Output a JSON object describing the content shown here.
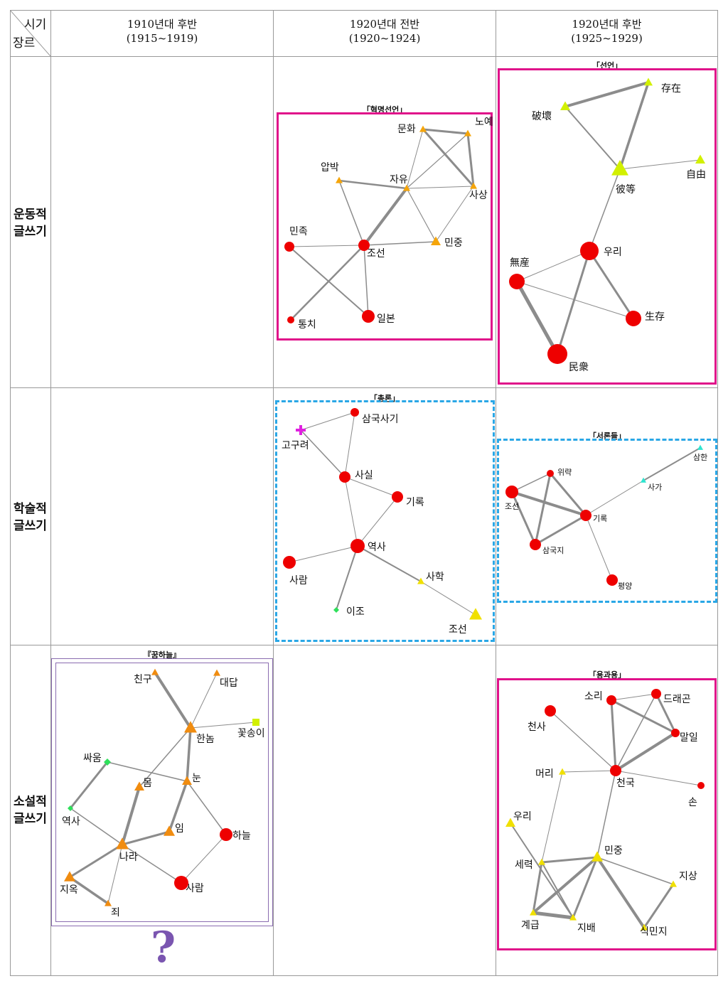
{
  "header": {
    "corner_period": "시기",
    "corner_genre": "장르",
    "columns": [
      {
        "title": "1910년대 후반",
        "range": "(1915~1919)"
      },
      {
        "title": "1920년대 전반",
        "range": "(1920~1924)"
      },
      {
        "title": "1920년대 후반",
        "range": "(1925~1929)"
      }
    ]
  },
  "rows": [
    {
      "line1": "운동적",
      "line2": "글쓰기"
    },
    {
      "line1": "학술적",
      "line2": "글쓰기"
    },
    {
      "line1": "소설적",
      "line2": "글쓰기"
    }
  ],
  "colors": {
    "red": "#ee0000",
    "orange": "#f5a50a",
    "orange_dark": "#f08c10",
    "yellow": "#f0e000",
    "lime": "#d2f000",
    "green": "#2ee05a",
    "magenta": "#e020e0",
    "cyan": "#2ee5d0",
    "edge": "#8c8c8c"
  },
  "networks": [
    {
      "id": "revolution",
      "title": "「혁명선언」",
      "nodes": [
        {
          "id": "munhwa",
          "label": "문화",
          "shape": "triangle",
          "color": "orange"
        },
        {
          "id": "noye",
          "label": "노예",
          "shape": "triangle",
          "color": "orange"
        },
        {
          "id": "apbak",
          "label": "압박",
          "shape": "triangle",
          "color": "orange"
        },
        {
          "id": "jayu",
          "label": "자유",
          "shape": "triangle",
          "color": "orange"
        },
        {
          "id": "sasang",
          "label": "사상",
          "shape": "triangle",
          "color": "orange"
        },
        {
          "id": "minjok",
          "label": "민족",
          "shape": "circle",
          "color": "red"
        },
        {
          "id": "joseon",
          "label": "조선",
          "shape": "circle",
          "color": "red"
        },
        {
          "id": "minjung",
          "label": "민중",
          "shape": "triangle",
          "color": "orange"
        },
        {
          "id": "tongchi",
          "label": "통치",
          "shape": "circle",
          "color": "red"
        },
        {
          "id": "ilbon",
          "label": "일본",
          "shape": "circle",
          "color": "red"
        }
      ],
      "edges": [
        [
          "munhwa",
          "noye",
          3
        ],
        [
          "munhwa",
          "sasang",
          3
        ],
        [
          "noye",
          "sasang",
          3
        ],
        [
          "noye",
          "jayu",
          1.2
        ],
        [
          "munhwa",
          "jayu",
          1
        ],
        [
          "apbak",
          "joseon",
          1.5
        ],
        [
          "apbak",
          "jayu",
          2.5
        ],
        [
          "jayu",
          "joseon",
          4
        ],
        [
          "jayu",
          "sasang",
          1
        ],
        [
          "jayu",
          "minjung",
          1.2
        ],
        [
          "sasang",
          "minjung",
          1
        ],
        [
          "minjok",
          "joseon",
          1
        ],
        [
          "joseon",
          "minjung",
          1.5
        ],
        [
          "minjok",
          "ilbon",
          2
        ],
        [
          "joseon",
          "tongchi",
          2.5
        ],
        [
          "joseon",
          "ilbon",
          1.5
        ]
      ]
    },
    {
      "id": "declaration",
      "title": "「선언」",
      "nodes": [
        {
          "id": "cunzai",
          "label": "存在",
          "shape": "triangle",
          "color": "lime"
        },
        {
          "id": "pohuai",
          "label": "破壞",
          "shape": "triangle",
          "color": "lime"
        },
        {
          "id": "bideng",
          "label": "彼等",
          "shape": "triangle",
          "color": "lime"
        },
        {
          "id": "ziyou",
          "label": "自由",
          "shape": "triangle",
          "color": "lime"
        },
        {
          "id": "uri",
          "label": "우리",
          "shape": "circle",
          "color": "red"
        },
        {
          "id": "wuchan",
          "label": "無産",
          "shape": "circle",
          "color": "red"
        },
        {
          "id": "shengcun",
          "label": "生存",
          "shape": "circle",
          "color": "red"
        },
        {
          "id": "minzhong",
          "label": "民衆",
          "shape": "circle",
          "color": "red"
        }
      ],
      "edges": [
        [
          "pohuai",
          "cunzai",
          4
        ],
        [
          "cunzai",
          "bideng",
          3.5
        ],
        [
          "pohuai",
          "bideng",
          2
        ],
        [
          "bideng",
          "ziyou",
          1
        ],
        [
          "bideng",
          "uri",
          1.5
        ],
        [
          "uri",
          "wuchan",
          1
        ],
        [
          "uri",
          "minzhong",
          3
        ],
        [
          "uri",
          "shengcun",
          3
        ],
        [
          "wuchan",
          "shengcun",
          1
        ],
        [
          "wuchan",
          "minzhong",
          5
        ]
      ]
    },
    {
      "id": "chongron",
      "title": "「총론」",
      "nodes": [
        {
          "id": "samguk",
          "label": "삼국사기",
          "shape": "circle",
          "color": "red"
        },
        {
          "id": "goguryeo",
          "label": "고구려",
          "shape": "cross",
          "color": "magenta"
        },
        {
          "id": "sasil",
          "label": "사실",
          "shape": "circle",
          "color": "red"
        },
        {
          "id": "girok",
          "label": "기록",
          "shape": "circle",
          "color": "red"
        },
        {
          "id": "yeoksa",
          "label": "역사",
          "shape": "circle",
          "color": "red"
        },
        {
          "id": "saram",
          "label": "사람",
          "shape": "circle",
          "color": "red"
        },
        {
          "id": "sahak",
          "label": "사학",
          "shape": "triangle",
          "color": "yellow"
        },
        {
          "id": "ijo",
          "label": "이조",
          "shape": "diamond",
          "color": "green"
        },
        {
          "id": "joseon2",
          "label": "조선",
          "shape": "triangle",
          "color": "yellow"
        }
      ],
      "edges": [
        [
          "goguryeo",
          "samguk",
          1
        ],
        [
          "goguryeo",
          "sasil",
          1.5
        ],
        [
          "samguk",
          "sasil",
          1
        ],
        [
          "sasil",
          "girok",
          1
        ],
        [
          "sasil",
          "yeoksa",
          1
        ],
        [
          "girok",
          "yeoksa",
          1
        ],
        [
          "yeoksa",
          "saram",
          1
        ],
        [
          "yeoksa",
          "sahak",
          2
        ],
        [
          "yeoksa",
          "ijo",
          2
        ],
        [
          "sahak",
          "joseon2",
          1
        ]
      ]
    },
    {
      "id": "seoron",
      "title": "「서론들」",
      "nodes": [
        {
          "id": "samhan",
          "label": "삼한",
          "shape": "triangle",
          "color": "cyan"
        },
        {
          "id": "wiryak",
          "label": "위략",
          "shape": "circle",
          "color": "red"
        },
        {
          "id": "saga",
          "label": "사가",
          "shape": "triangle",
          "color": "cyan"
        },
        {
          "id": "joseon3",
          "label": "조선",
          "shape": "circle",
          "color": "red"
        },
        {
          "id": "girok2",
          "label": "기록",
          "shape": "circle",
          "color": "red"
        },
        {
          "id": "samgukji",
          "label": "삼국지",
          "shape": "circle",
          "color": "red"
        },
        {
          "id": "pyeongyang",
          "label": "평양",
          "shape": "circle",
          "color": "red"
        }
      ],
      "edges": [
        [
          "samhan",
          "saga",
          2
        ],
        [
          "saga",
          "girok2",
          1
        ],
        [
          "wiryak",
          "joseon3",
          1.5
        ],
        [
          "wiryak",
          "girok2",
          3
        ],
        [
          "wiryak",
          "samgukji",
          3
        ],
        [
          "joseon3",
          "girok2",
          4
        ],
        [
          "joseon3",
          "samgukji",
          3
        ],
        [
          "girok2",
          "samgukji",
          3
        ],
        [
          "girok2",
          "pyeongyang",
          1
        ]
      ]
    },
    {
      "id": "dream",
      "title": "『꿈하늘』",
      "nodes": [
        {
          "id": "chingu",
          "label": "친구",
          "shape": "triangle",
          "color": "orange_dark"
        },
        {
          "id": "daedap",
          "label": "대답",
          "shape": "triangle",
          "color": "orange_dark"
        },
        {
          "id": "hannom",
          "label": "한놈",
          "shape": "triangle",
          "color": "orange_dark"
        },
        {
          "id": "kkotsongi",
          "label": "꽃송이",
          "shape": "square",
          "color": "lime"
        },
        {
          "id": "ssaum",
          "label": "싸움",
          "shape": "diamond",
          "color": "green"
        },
        {
          "id": "mom",
          "label": "몸",
          "shape": "triangle",
          "color": "orange_dark"
        },
        {
          "id": "nun",
          "label": "눈",
          "shape": "triangle",
          "color": "orange_dark"
        },
        {
          "id": "yeoksa2",
          "label": "역사",
          "shape": "diamond",
          "color": "green"
        },
        {
          "id": "im",
          "label": "임",
          "shape": "triangle",
          "color": "orange_dark"
        },
        {
          "id": "haneul",
          "label": "하늘",
          "shape": "circle",
          "color": "red"
        },
        {
          "id": "nara",
          "label": "나라",
          "shape": "triangle",
          "color": "orange_dark"
        },
        {
          "id": "jiok",
          "label": "지옥",
          "shape": "triangle",
          "color": "orange_dark"
        },
        {
          "id": "saram2",
          "label": "사람",
          "shape": "circle",
          "color": "red"
        },
        {
          "id": "joe",
          "label": "죄",
          "shape": "triangle",
          "color": "orange_dark"
        }
      ],
      "edges": [
        [
          "chingu",
          "hannom",
          4
        ],
        [
          "daedap",
          "hannom",
          1
        ],
        [
          "kkotsongi",
          "hannom",
          1
        ],
        [
          "hannom",
          "mom",
          1.5
        ],
        [
          "hannom",
          "nun",
          3.5
        ],
        [
          "ssaum",
          "yeoksa2",
          3
        ],
        [
          "ssaum",
          "nun",
          1.5
        ],
        [
          "mom",
          "nara",
          4
        ],
        [
          "nun",
          "im",
          3.5
        ],
        [
          "nun",
          "haneul",
          1.5
        ],
        [
          "yeoksa2",
          "nara",
          1.5
        ],
        [
          "nara",
          "im",
          3
        ],
        [
          "nara",
          "jiok",
          3
        ],
        [
          "nara",
          "joe",
          1
        ],
        [
          "nara",
          "saram2",
          1.5
        ],
        [
          "jiok",
          "joe",
          3.5
        ],
        [
          "saram2",
          "haneul",
          1
        ]
      ]
    },
    {
      "id": "dragon",
      "title": "「용과용」",
      "nodes": [
        {
          "id": "sori",
          "label": "소리",
          "shape": "circle",
          "color": "red"
        },
        {
          "id": "deuraegon",
          "label": "드래곤",
          "shape": "circle",
          "color": "red"
        },
        {
          "id": "cheonsa",
          "label": "천사",
          "shape": "circle",
          "color": "red"
        },
        {
          "id": "maril",
          "label": "말일",
          "shape": "circle",
          "color": "red"
        },
        {
          "id": "meori",
          "label": "머리",
          "shape": "triangle",
          "color": "yellow"
        },
        {
          "id": "cheonguk",
          "label": "천국",
          "shape": "circle",
          "color": "red"
        },
        {
          "id": "son",
          "label": "손",
          "shape": "circle",
          "color": "red"
        },
        {
          "id": "uri2",
          "label": "우리",
          "shape": "triangle",
          "color": "yellow"
        },
        {
          "id": "minjung2",
          "label": "민중",
          "shape": "triangle",
          "color": "yellow"
        },
        {
          "id": "seryeok",
          "label": "세력",
          "shape": "triangle",
          "color": "yellow"
        },
        {
          "id": "jisang",
          "label": "지상",
          "shape": "triangle",
          "color": "yellow"
        },
        {
          "id": "gyegeup",
          "label": "계급",
          "shape": "triangle",
          "color": "yellow"
        },
        {
          "id": "jibae",
          "label": "지배",
          "shape": "triangle",
          "color": "yellow"
        },
        {
          "id": "sikminji",
          "label": "식민지",
          "shape": "triangle",
          "color": "yellow"
        }
      ],
      "edges": [
        [
          "sori",
          "deuraegon",
          1
        ],
        [
          "sori",
          "maril",
          3
        ],
        [
          "sori",
          "cheonguk",
          3
        ],
        [
          "deuraegon",
          "maril",
          3
        ],
        [
          "deuraegon",
          "cheonguk",
          1.5
        ],
        [
          "maril",
          "cheonguk",
          4
        ],
        [
          "cheonsa",
          "cheonguk",
          1.2
        ],
        [
          "meori",
          "cheonguk",
          1
        ],
        [
          "cheonguk",
          "son",
          1
        ],
        [
          "meori",
          "seryeok",
          1
        ],
        [
          "cheonguk",
          "minjung2",
          1.5
        ],
        [
          "uri2",
          "jibae",
          2
        ],
        [
          "minjung2",
          "seryeok",
          3
        ],
        [
          "minjung2",
          "gyegeup",
          4
        ],
        [
          "minjung2",
          "jibae",
          3
        ],
        [
          "minjung2",
          "sikminji",
          4
        ],
        [
          "minjung2",
          "jisang",
          1.5
        ],
        [
          "seryeok",
          "gyegeup",
          3
        ],
        [
          "seryeok",
          "jibae",
          2
        ],
        [
          "gyegeup",
          "jibae",
          5
        ],
        [
          "jisang",
          "sikminji",
          3
        ]
      ]
    }
  ],
  "question_mark": "?"
}
